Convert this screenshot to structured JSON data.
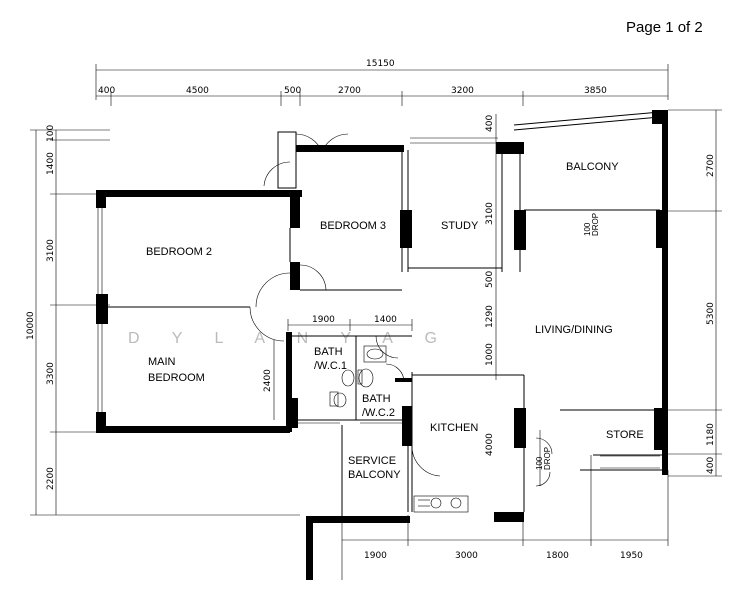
{
  "page": {
    "number": "Page 1 of 2"
  },
  "watermark": "D Y L A N    Y A G",
  "dimensions": {
    "overall_width": "15150",
    "top": [
      "400",
      "4500",
      "500",
      "2700",
      "3200",
      "3850"
    ],
    "bottom": [
      "1900",
      "3000",
      "1800",
      "1950"
    ],
    "left_overall": "10000",
    "left": [
      "100",
      "1400",
      "3100",
      "3300",
      "2200"
    ],
    "right": [
      "2700",
      "5300",
      "1180",
      "400"
    ],
    "interior": {
      "study_top": "400",
      "study_side": "3100",
      "passage": "500",
      "living_a": "1290",
      "living_b": "1000",
      "kitchen_side": "4000",
      "bath_width_a": "1900",
      "bath_width_b": "1400",
      "bath_height": "2400"
    }
  },
  "rooms": {
    "bedroom2": "BEDROOM 2",
    "bedroom3": "BEDROOM 3",
    "study": "STUDY",
    "balcony": "BALCONY",
    "living_dining": "LIVING/DINING",
    "main_bedroom_1": "MAIN",
    "main_bedroom_2": "BEDROOM",
    "bath1_line1": "BATH",
    "bath1_line2": "/W.C.1",
    "bath2_line1": "BATH",
    "bath2_line2": "/W.C.2",
    "kitchen": "KITCHEN",
    "service_balcony_1": "SERVICE",
    "service_balcony_2": "BALCONY",
    "store": "STORE"
  },
  "drops": {
    "balcony_num": "100",
    "balcony_word": "DROP",
    "living_num": "100",
    "living_word": "DROP"
  }
}
